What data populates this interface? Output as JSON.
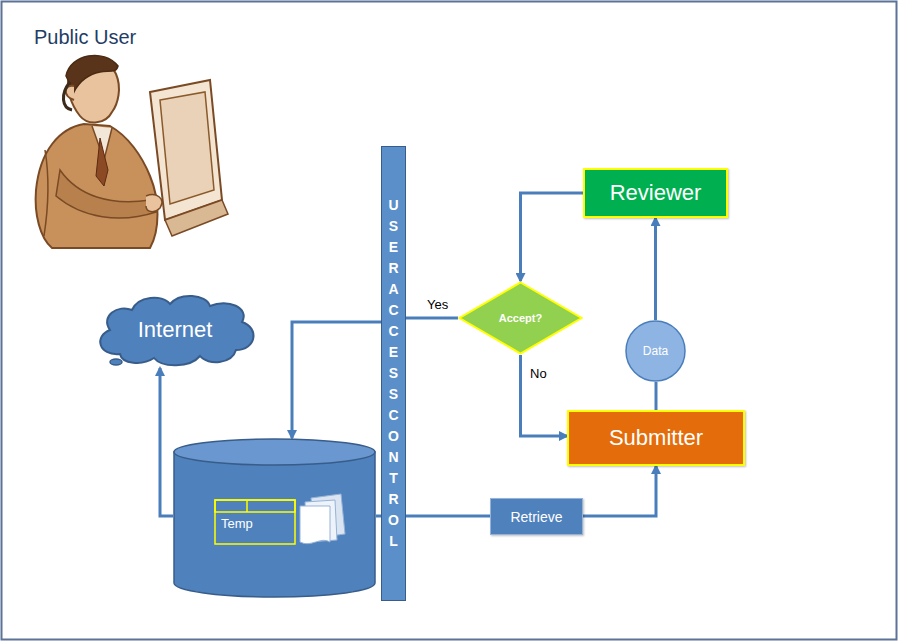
{
  "diagram": {
    "title": "Public User",
    "nodes": [
      {
        "text": [
          "Reviewer"
        ]
      },
      {
        "text": [
          "Internet"
        ]
      },
      {
        "text": [
          "USER ACCESS CONTROL"
        ]
      },
      {
        "text": [
          "Accept?"
        ]
      },
      {
        "text": [
          "Data"
        ]
      },
      {
        "text": [
          "Submitter"
        ]
      },
      {
        "text": [
          "Temp"
        ]
      },
      {
        "text": [
          "Retrieve"
        ]
      }
    ],
    "edges": [
      {
        "from": 6,
        "to": 1,
        "arrow": "to"
      },
      {
        "from": 2,
        "to": 6,
        "arrow": "to"
      },
      {
        "from": 3,
        "to": 2,
        "label": "Yes",
        "arrow": "none"
      },
      {
        "from": 3,
        "to": 5,
        "label": "No",
        "arrow": "to"
      },
      {
        "from": 6,
        "to": 7,
        "arrow": "none"
      },
      {
        "from": 7,
        "to": 5,
        "arrow": "to"
      },
      {
        "from": 5,
        "to": 4,
        "arrow": "none"
      },
      {
        "from": 4,
        "to": 0,
        "arrow": "to"
      },
      {
        "from": 0,
        "to": 3,
        "arrow": "to"
      }
    ]
  }
}
